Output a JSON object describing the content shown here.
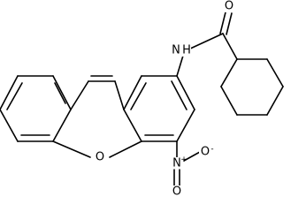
{
  "molecule": {
    "atoms": {
      "carbonyl_oxygen": "O",
      "amide_nitrogen": "N",
      "amide_hydrogen": "H",
      "ring_oxygen": "O",
      "nitro_nitrogen": "N",
      "nitro_oxygen": "O",
      "nitro_oxygen_minus": "O",
      "nitro_plus_sign": "+",
      "nitro_minus_sign": "-"
    }
  }
}
